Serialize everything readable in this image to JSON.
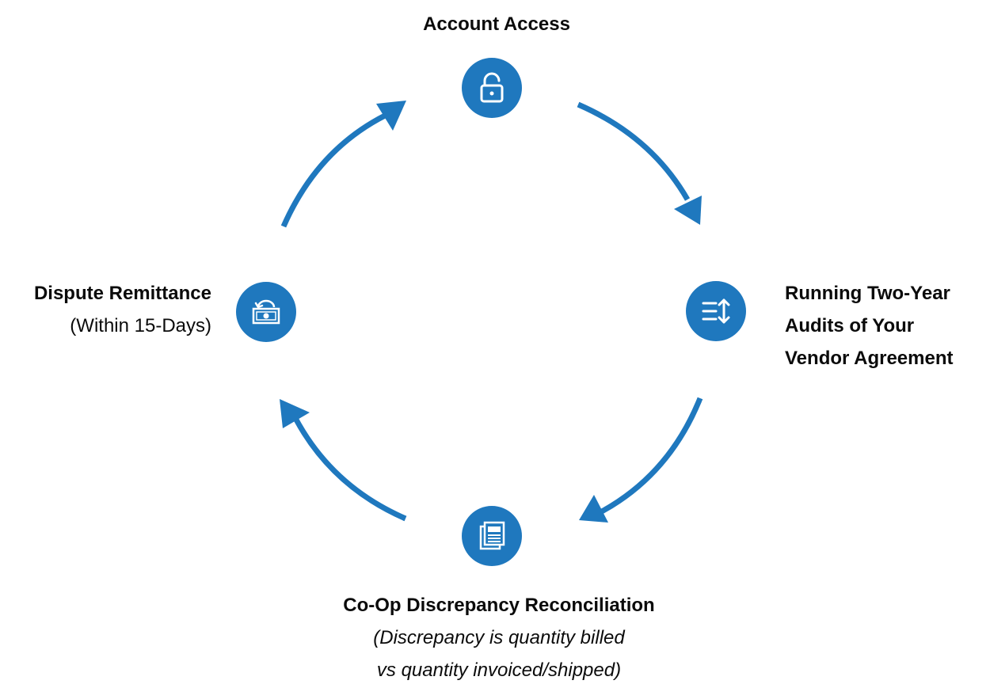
{
  "diagram": {
    "accent_color": "#1f78be",
    "steps": {
      "top": {
        "title": "Account Access",
        "icon": "unlock-icon"
      },
      "right": {
        "title_line1": "Running Two-Year",
        "title_line2": "Audits of Your",
        "title_line3": "Vendor Agreement",
        "icon": "sort-icon"
      },
      "bottom": {
        "title": "Co-Op Discrepancy Reconciliation",
        "note_line1": "(Discrepancy is quantity billed",
        "note_line2": "vs quantity invoiced/shipped)",
        "icon": "document-icon"
      },
      "left": {
        "title": "Dispute Remittance",
        "note": "(Within 15-Days)",
        "icon": "money-return-icon"
      }
    }
  }
}
